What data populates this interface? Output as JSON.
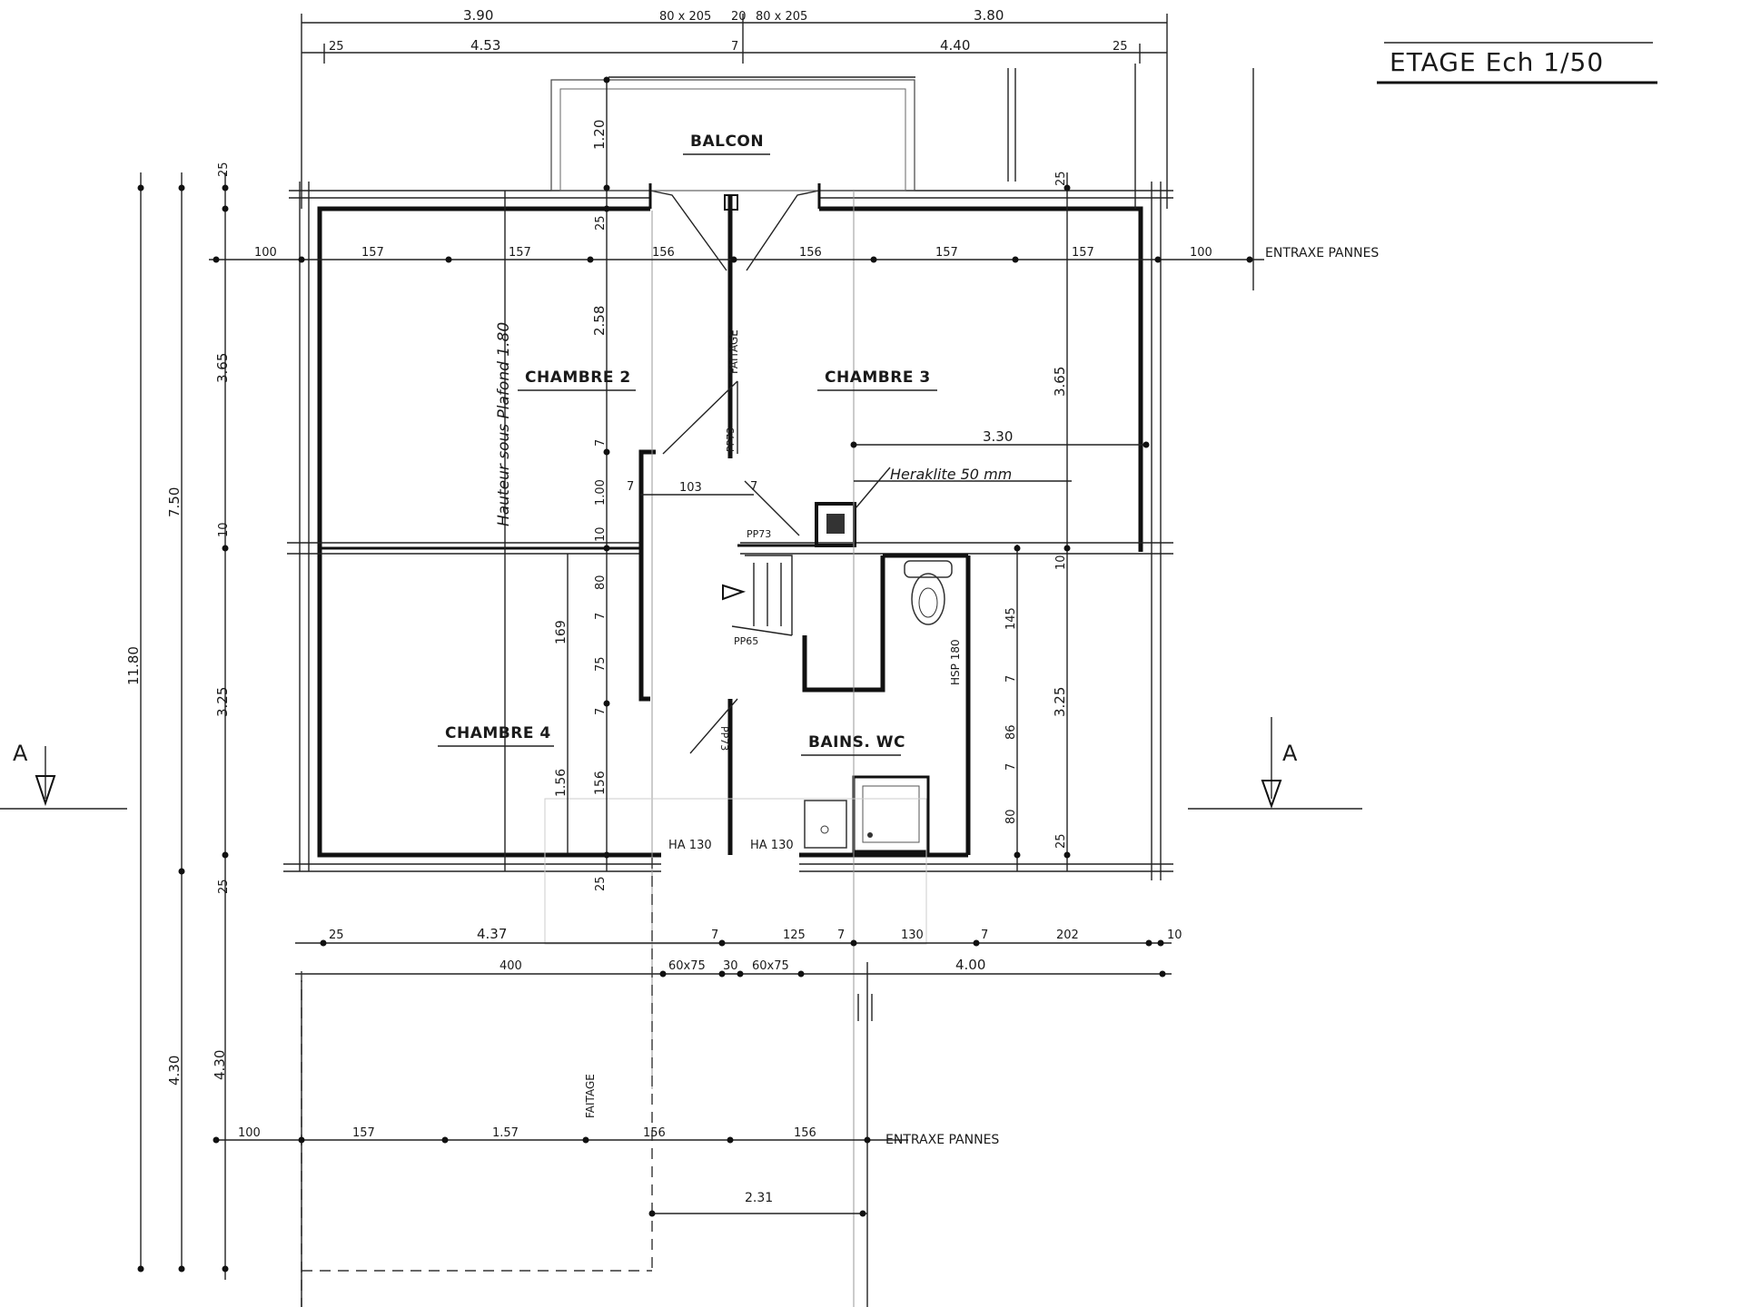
{
  "title": "ETAGE  Ech 1/50",
  "rooms": {
    "balcon": "BALCON",
    "chambre2": "CHAMBRE 2",
    "chambre3": "CHAMBRE 3",
    "chambre4": "CHAMBRE 4",
    "bains": "BAINS. WC"
  },
  "labels": {
    "entraxe_top": "ENTRAXE PANNES",
    "entraxe_bottom": "ENTRAXE PANNES",
    "faitage_top": "FAITAGE",
    "faitage_bottom": "FAITAGE",
    "hauteur": "Hauteur sous Plafond 1.80",
    "heraklite": "Heraklite 50 mm",
    "section_left": "A",
    "section_right": "A",
    "pp73_a": "PP73",
    "pp73_b": "PP73",
    "pp73_c": "PP73",
    "pp65": "PP65",
    "ha130_left": "HA 130",
    "ha130_right": "HA 130",
    "hsp180": "HSP 180"
  },
  "dims_top": {
    "d390": "3.90",
    "door1": "80 x 205",
    "d20": "20",
    "door2": "80 x 205",
    "d380": "3.80",
    "d25a": "25",
    "d453": "4.53",
    "d7": "7",
    "d440": "4.40",
    "d25b": "25"
  },
  "dims_pannes_top": [
    "100",
    "157",
    "157",
    "156",
    "156",
    "157",
    "157",
    "100"
  ],
  "dims_interior": {
    "d120": "1.20",
    "d25c": "25",
    "d258": "2.58",
    "d25d": "25",
    "d365_left": "3.65",
    "d365_right": "3.65",
    "d330": "3.30",
    "d7a": "7",
    "d7b": "7",
    "d7c": "7",
    "d103": "103",
    "d100": "1.00",
    "d10a": "10",
    "d10b": "10",
    "d10c": "10",
    "d80a": "80",
    "d7d": "7",
    "d75": "75",
    "d7e": "7",
    "d169": "169",
    "d156a": "1.56",
    "d156b": "156",
    "d25e": "25",
    "d145": "145",
    "d7f": "7",
    "d86": "86",
    "d7g": "7",
    "d80b": "80",
    "d25f": "25",
    "d325_left": "3.25",
    "d325_right": "3.25",
    "d25g": "25",
    "d25h": "25",
    "d750": "7.50",
    "d1180": "11.80"
  },
  "dims_bottom": {
    "d25": "25",
    "d437": "4.37",
    "d7a": "7",
    "d125": "125",
    "d7b": "7",
    "d130": "130",
    "d7c": "7",
    "d202": "202",
    "d10": "10",
    "d400a": "400",
    "win1": "60x75",
    "d30": "30",
    "win2": "60x75",
    "d400b": "4.00",
    "d430a": "4.30",
    "d430b": "4.30",
    "d231": "2.31"
  },
  "dims_pannes_bottom": [
    "100",
    "157",
    "1.57",
    "156",
    "156"
  ]
}
